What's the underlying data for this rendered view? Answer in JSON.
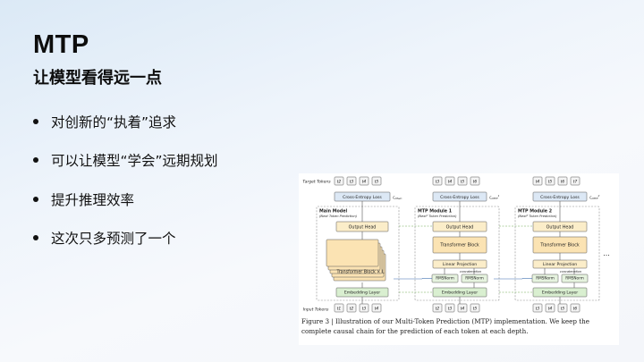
{
  "slide": {
    "title": "MTP",
    "subtitle": "让模型看得远一点",
    "bullets": [
      "对创新的“执着”追求",
      "可以让模型“学会”远期规划",
      "提升推理效率",
      "这次只多预测了一个"
    ]
  },
  "figure": {
    "target_tokens_label": "Target Tokens",
    "input_tokens_label": "Input Tokens",
    "main_model": {
      "title": "Main Model",
      "subtitle": "(Next Token Prediction)",
      "loss": "Cross-Entropy Loss",
      "loss_symbol": "ℒ",
      "loss_sub": "Main",
      "output_head": "Output Head",
      "transformer": "Transformer Block × L",
      "embedding": "Embedding Layer",
      "targets": [
        "t2",
        "t3",
        "t4",
        "t5"
      ],
      "inputs": [
        "t1",
        "t2",
        "t3",
        "t4"
      ]
    },
    "modules": [
      {
        "title": "MTP Module 1",
        "subtitle": "(Next² Token Prediction)",
        "loss": "Cross-Entropy Loss",
        "loss_symbol": "ℒ",
        "loss_sub": "MTP",
        "loss_sup": "1",
        "output_head": "Output Head",
        "transformer": "Transformer Block",
        "linear": "Linear Projection",
        "concat": "concatenation",
        "rmsnorm": [
          "RMSNorm",
          "RMSNorm"
        ],
        "embedding": "Embedding Layer",
        "targets": [
          "t3",
          "t4",
          "t5",
          "t6"
        ],
        "inputs": [
          "t2",
          "t3",
          "t4",
          "t5"
        ]
      },
      {
        "title": "MTP Module 2",
        "subtitle": "(Next³ Token Prediction)",
        "loss": "Cross-Entropy Loss",
        "loss_symbol": "ℒ",
        "loss_sub": "MTP",
        "loss_sup": "2",
        "output_head": "Output Head",
        "transformer": "Transformer Block",
        "linear": "Linear Projection",
        "concat": "concatenation",
        "rmsnorm": [
          "RMSNorm",
          "RMSNorm"
        ],
        "embedding": "Embedding Layer",
        "targets": [
          "t4",
          "t5",
          "t6",
          "t7"
        ],
        "inputs": [
          "t3",
          "t4",
          "t5",
          "t6"
        ]
      }
    ],
    "ellipsis": "···",
    "caption": "Figure 3 | Illustration of our Multi-Token Prediction (MTP) implementation. We keep the complete causal chain for the prediction of each token at each depth.",
    "colors": {
      "loss_box": "#dce8f5",
      "head_box": "#fbedc9",
      "block_box": "#fbe3b3",
      "norm_box": "#e6f3df",
      "embed_box": "#d9efd0",
      "token_box": "#f4f4f4",
      "dashed": "#8a8a8a",
      "arrow_green": "#6aa84f",
      "arrow_blue": "#3d6fb0"
    }
  }
}
